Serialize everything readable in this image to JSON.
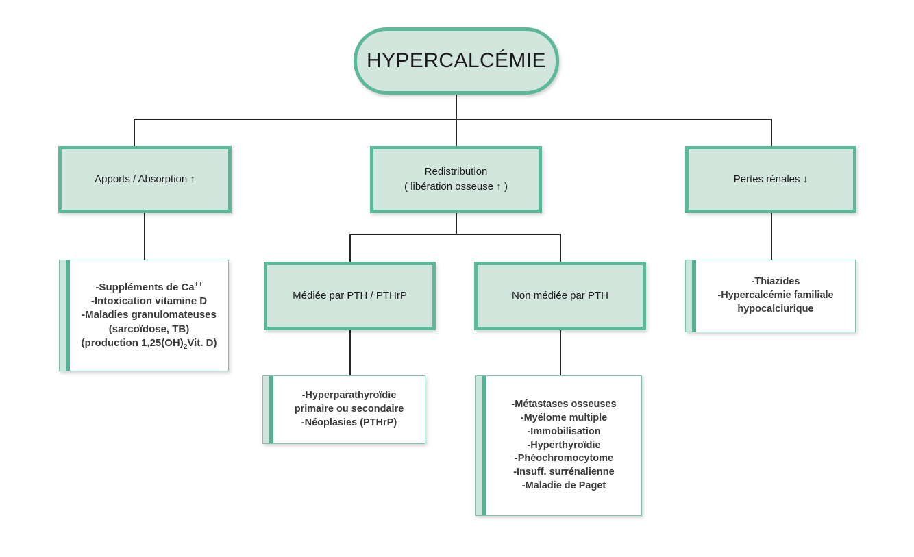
{
  "diagram": {
    "title": "HYPERCALCÉMIE",
    "root": {
      "label": "HYPERCALCÉMIE"
    },
    "categories": [
      {
        "id": "apports",
        "label": "Apports / Absorption ↑"
      },
      {
        "id": "redistribution",
        "label": "Redistribution\n( libération osseuse ↑ )"
      },
      {
        "id": "pertes-renales",
        "label": "Pertes rénales ↓"
      }
    ],
    "subcategories": [
      {
        "id": "mediee-pth",
        "label": "Médiée par PTH / PTHrP"
      },
      {
        "id": "non-mediee-pth",
        "label": "Non médiée par PTH"
      }
    ],
    "leaves": [
      {
        "id": "apports-causes",
        "lines": [
          "-Suppléments de Ca<sup>++</sup>",
          "-Intoxication vitamine D",
          "-Maladies granulomateuses",
          "(sarcoïdose, TB)",
          "(production 1,25(OH)<sub>2</sub>Vit. D)"
        ]
      },
      {
        "id": "mediee-pth-causes",
        "lines": [
          "-Hyperparathyroïdie",
          "primaire ou secondaire",
          "-Néoplasies (PTHrP)"
        ]
      },
      {
        "id": "non-mediee-pth-causes",
        "lines": [
          "-Métastases osseuses",
          "-Myélome multiple",
          "-Immobilisation",
          "-Hyperthyroïdie",
          "-Phéochromocytome",
          "-Insuff. surrénalienne",
          "-Maladie de Paget"
        ]
      },
      {
        "id": "pertes-renales-causes",
        "lines": [
          "-Thiazides",
          "-Hypercalcémie familiale",
          "hypocalciurique"
        ]
      }
    ],
    "colors": {
      "node_fill": "#d3e6de",
      "node_border": "#5bb89b",
      "accent_pale": "#cfe5dc",
      "accent_dark": "#55b094",
      "leaf_border": "#7cc3ac",
      "connector": "#262626",
      "text": "#1a1a1a",
      "leaf_text": "#3a3a3a",
      "background": "#ffffff"
    }
  }
}
